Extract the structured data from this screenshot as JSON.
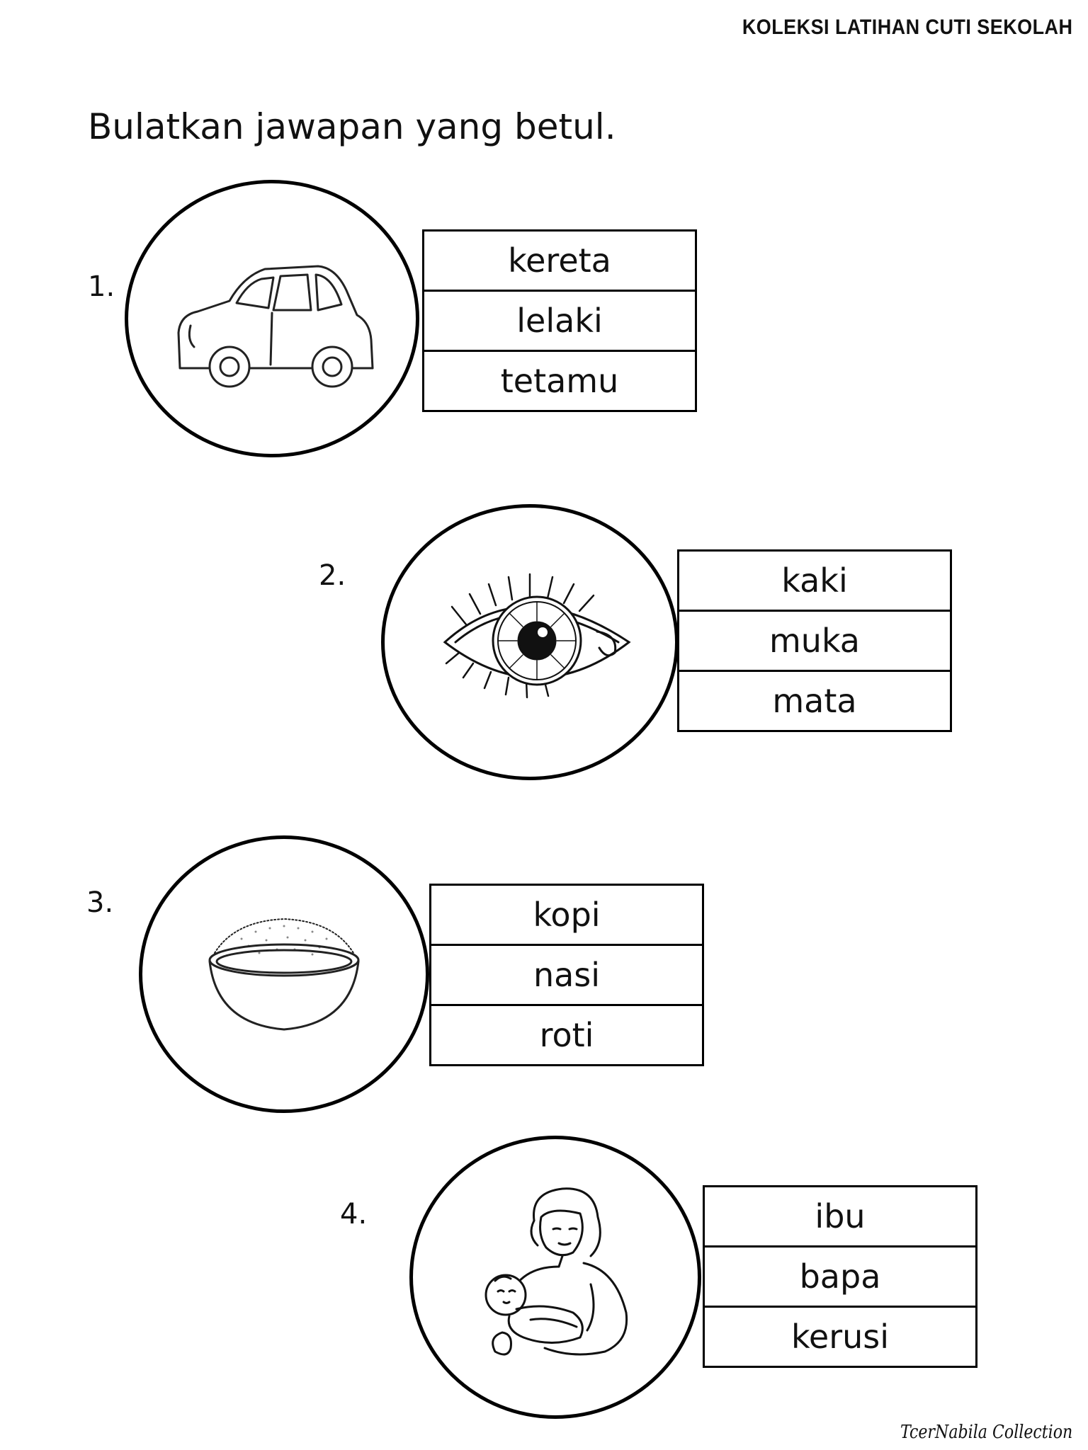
{
  "header": {
    "title": "KOLEKSI LATIHAN CUTI SEKOLAH"
  },
  "instruction": "Bulatkan jawapan yang betul.",
  "questions": [
    {
      "number": "1.",
      "picture_icon": "car-icon",
      "options": [
        "kereta",
        "lelaki",
        "tetamu"
      ]
    },
    {
      "number": "2.",
      "picture_icon": "eye-icon",
      "options": [
        "kaki",
        "muka",
        "mata"
      ]
    },
    {
      "number": "3.",
      "picture_icon": "rice-bowl-icon",
      "options": [
        "kopi",
        "nasi",
        "roti"
      ]
    },
    {
      "number": "4.",
      "picture_icon": "mother-baby-icon",
      "options": [
        "ibu",
        "bapa",
        "kerusi"
      ]
    }
  ],
  "footer": {
    "credit": "TcerNabila Collection"
  }
}
